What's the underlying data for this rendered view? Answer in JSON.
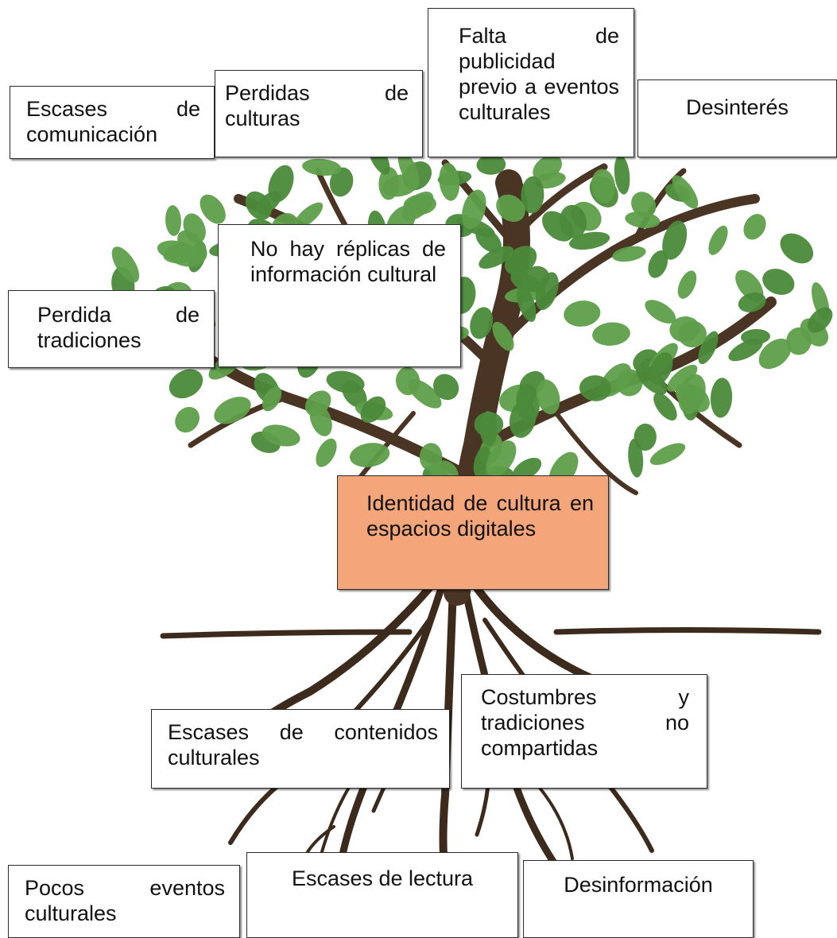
{
  "diagram": {
    "branches": [
      {
        "id": "escases-comunicacion",
        "text": "Escases de comunicación"
      },
      {
        "id": "perdidas-culturas",
        "text": "Perdidas de culturas"
      },
      {
        "id": "falta-publicidad",
        "text": "Falta de publicidad previo a eventos culturales"
      },
      {
        "id": "desinteres",
        "text": "Desinterés"
      },
      {
        "id": "perdida-tradiciones",
        "text": "Perdida de tradiciones"
      },
      {
        "id": "no-replicas",
        "text": "No hay réplicas de información cultural"
      }
    ],
    "trunk": {
      "text": "Identidad de cultura en espacios digitales"
    },
    "roots": [
      {
        "id": "escases-contenidos",
        "text": "Escases de contenidos culturales"
      },
      {
        "id": "costumbres",
        "text": "Costumbres y tradiciones no compartidas"
      },
      {
        "id": "pocos-eventos",
        "text": "Pocos eventos culturales"
      },
      {
        "id": "escases-lectura",
        "text": "Escases de lectura"
      },
      {
        "id": "desinformacion",
        "text": "Desinformación"
      }
    ]
  },
  "colors": {
    "leaf": "#5e9e4a",
    "leaf_dark": "#4a8a3a",
    "trunk": "#4a3424",
    "root_box_fill": "#f4a57a",
    "box_border": "#2a2a2a"
  }
}
